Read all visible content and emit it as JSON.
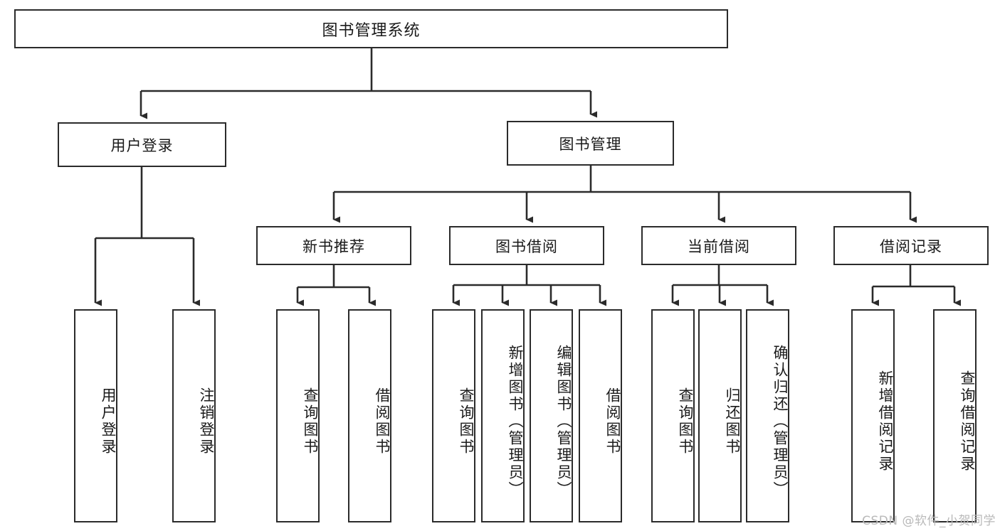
{
  "diagram": {
    "type": "tree",
    "title": "图书管理系统",
    "watermark": "CSDN @软件_小贺同学",
    "levels": {
      "root": {
        "label": "图书管理系统"
      },
      "level2": [
        {
          "label": "用户登录"
        },
        {
          "label": "图书管理"
        }
      ],
      "level3": [
        {
          "label": "新书推荐"
        },
        {
          "label": "图书借阅"
        },
        {
          "label": "当前借阅"
        },
        {
          "label": "借阅记录"
        }
      ]
    },
    "leaves": {
      "user_login": [
        {
          "label": "用户登录"
        },
        {
          "label": "注销登录"
        }
      ],
      "new_book_recommend": [
        {
          "label": "查询图书"
        },
        {
          "label": "借阅图书"
        }
      ],
      "book_borrow": [
        {
          "label": "查询图书"
        },
        {
          "label": "新增图书（管理员）"
        },
        {
          "label": "编辑图书（管理员）"
        },
        {
          "label": "借阅图书"
        }
      ],
      "current_borrow": [
        {
          "label": "查询图书"
        },
        {
          "label": "归还图书"
        },
        {
          "label": "确认归还（管理员）"
        }
      ],
      "borrow_record": [
        {
          "label": "新增借阅记录"
        },
        {
          "label": "查询借阅记录"
        }
      ]
    },
    "colors": {
      "stroke": "#2b2b2b",
      "fill": "#ffffff",
      "text": "#1a1a1a",
      "watermark": "#b9b9b9"
    }
  }
}
